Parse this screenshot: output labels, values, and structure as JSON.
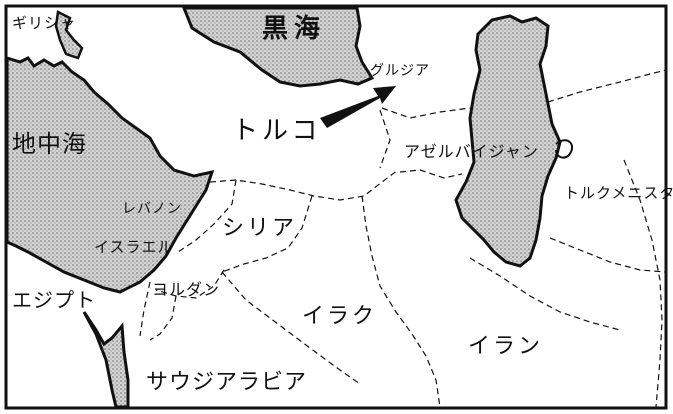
{
  "map": {
    "labels": {
      "greece": "ギリシャ",
      "black_sea": "黒海",
      "georgia": "グルジア",
      "turkey": "トルコ",
      "mediterranean": "地中海",
      "azerbaijan": "アゼルバイジャン",
      "turkmenistan": "トルクメニスタン",
      "lebanon": "レバノン",
      "syria": "シリア",
      "israel": "イスラエル",
      "egypt": "エジプト",
      "jordan": "ヨルダン",
      "iraq": "イラク",
      "iran": "イラン",
      "saudi_arabia": "サウジアラビア"
    },
    "colors": {
      "water_fill": "#c8c8c8",
      "ink": "#111111",
      "land": "#ffffff"
    }
  }
}
